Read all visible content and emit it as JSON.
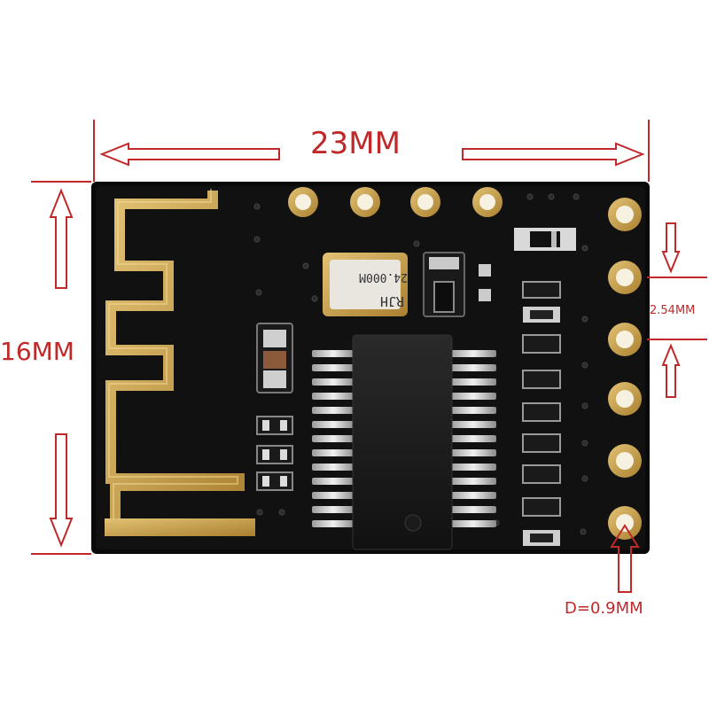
{
  "dimensions": {
    "width_label": "23MM",
    "height_label": "16MM",
    "pin_pitch_label": "2.54MM",
    "hole_diameter_label": "D=0.9MM"
  },
  "crystal": {
    "line1": "24.000M",
    "line2": "RJH"
  },
  "colors": {
    "arrow": "#c0282a",
    "board": "#0b0b0b",
    "gold": "#c9a24a"
  }
}
